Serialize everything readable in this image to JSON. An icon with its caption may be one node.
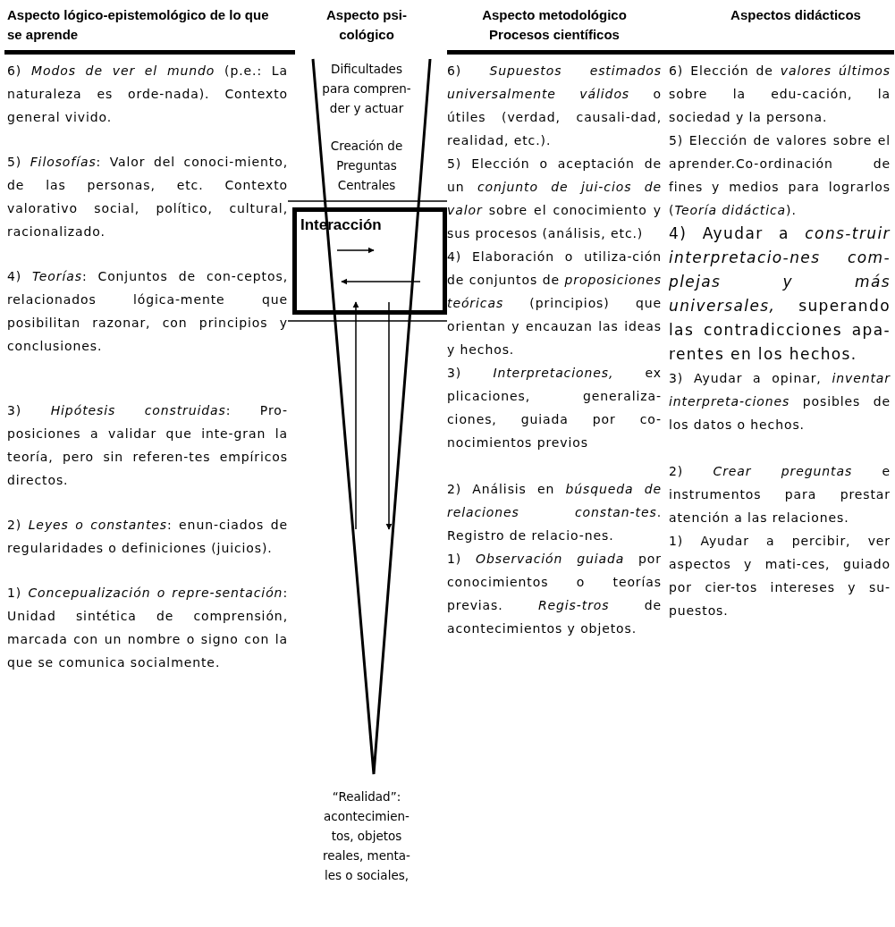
{
  "diagram": {
    "nodes": [
      {
        "text": [
          "Interacción"
        ]
      }
    ],
    "labels": [
      "Aspecto lógico-epistemológico de lo que se aprende",
      "Aspecto psi-cológico",
      "Aspecto metodológico Procesos científicos",
      "Aspectos didácticos",
      "6) *Modos de ver el mundo* (p.e.: La naturaleza es orde-nada). Contexto general vivido.",
      "5) *Filosofías*: Valor del conoci-miento, de las personas, etc. Contexto valorativo social, político, cultural, racionalizado.",
      "4) *Teorías*: Conjuntos de con-ceptos, relacionados lógica-mente que posibilitan razonar, con principios y conclusiones.",
      "3) *Hipótesis construidas*: Pro-posiciones a validar que inte-gran la teoría, pero sin referen-tes empíricos directos.",
      "2) *Leyes o constantes*: enun-ciados de regularidades o definiciones (juicios).",
      "1) *Concepualización o repre-sentación*: Unidad sintética de comprensión, marcada con un nombre o signo con la que se comunica socialmente.",
      "Dificultades para compren-der y actuar",
      "Creación de Preguntas Centrales",
      "“Realidad”: acontecimien-tos, objetos reales, menta-les o sociales,",
      "6) *Supuestos estimados universalmente válidos* o útiles (verdad, causali-dad, realidad, etc.).",
      "5) Elección o aceptación de un *conjunto de jui-cios de valor* sobre el conocimiento y sus procesos (análisis, etc.)",
      "4) Elaboración o utiliza-ción de conjuntos de *proposiciones teóricas* (principios) que orientan y encauzan las ideas y hechos.",
      "3) *Interpretaciones,* ex plicaciones, generaliza-ciones, guiada por co-nocimientos previos",
      "2) Análisis en *búsqueda de relaciones constan-tes*. Registro de relacio-nes.",
      "1) *Observación guiada* por conocimientos o teorías previas. *Regis-tros* de acontecimientos y objetos.",
      "6) Elección de *valores últimos* sobre la edu-cación, la sociedad y la persona.",
      "5) Elección de valores sobre el aprender.Co-ordinación de fines y medios para lograrlos (*Teoría didáctica*).",
      "4) Ayudar a *cons-truir interpretacio-nes com-plejas y más universales,* superando las contradicciones apa-rentes en los hechos.",
      "3) Ayudar a opinar, *inventar interpreta-ciones* posibles de los datos o hechos.",
      "2) *Crear preguntas* e instrumentos para prestar atención a las relaciones.",
      "1) Ayudar a percibir, ver aspectos y mati-ces, guiado por cier-tos intereses y su-puestos."
    ]
  }
}
